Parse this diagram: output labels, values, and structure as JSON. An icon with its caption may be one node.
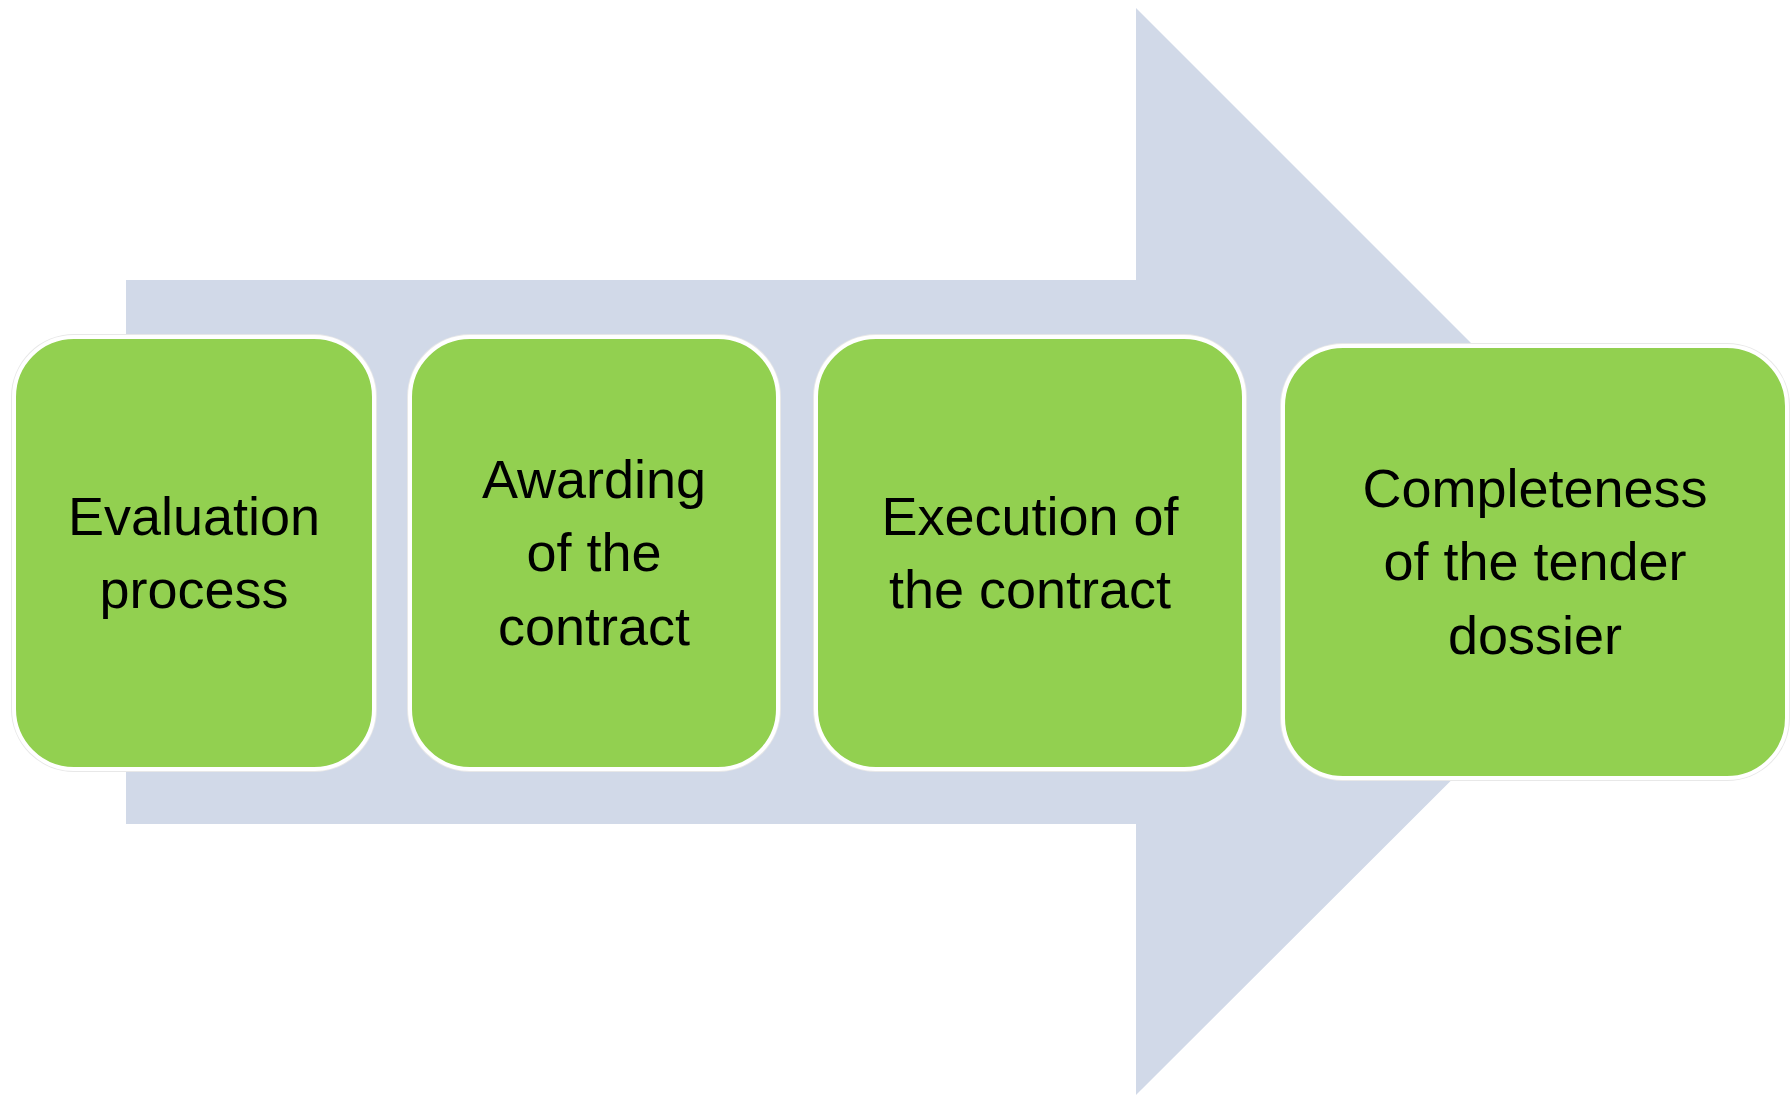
{
  "diagram": {
    "nodes": [
      {
        "text": [
          "Evaluation process"
        ]
      },
      {
        "text": [
          "Awarding of the contract"
        ]
      },
      {
        "text": [
          "Execution of the contract"
        ]
      },
      {
        "text": [
          "Completeness of the tender dossier"
        ]
      }
    ],
    "edges": [
      {
        "from": 0,
        "to": 3,
        "arrow": "to",
        "style": "thick"
      }
    ]
  }
}
